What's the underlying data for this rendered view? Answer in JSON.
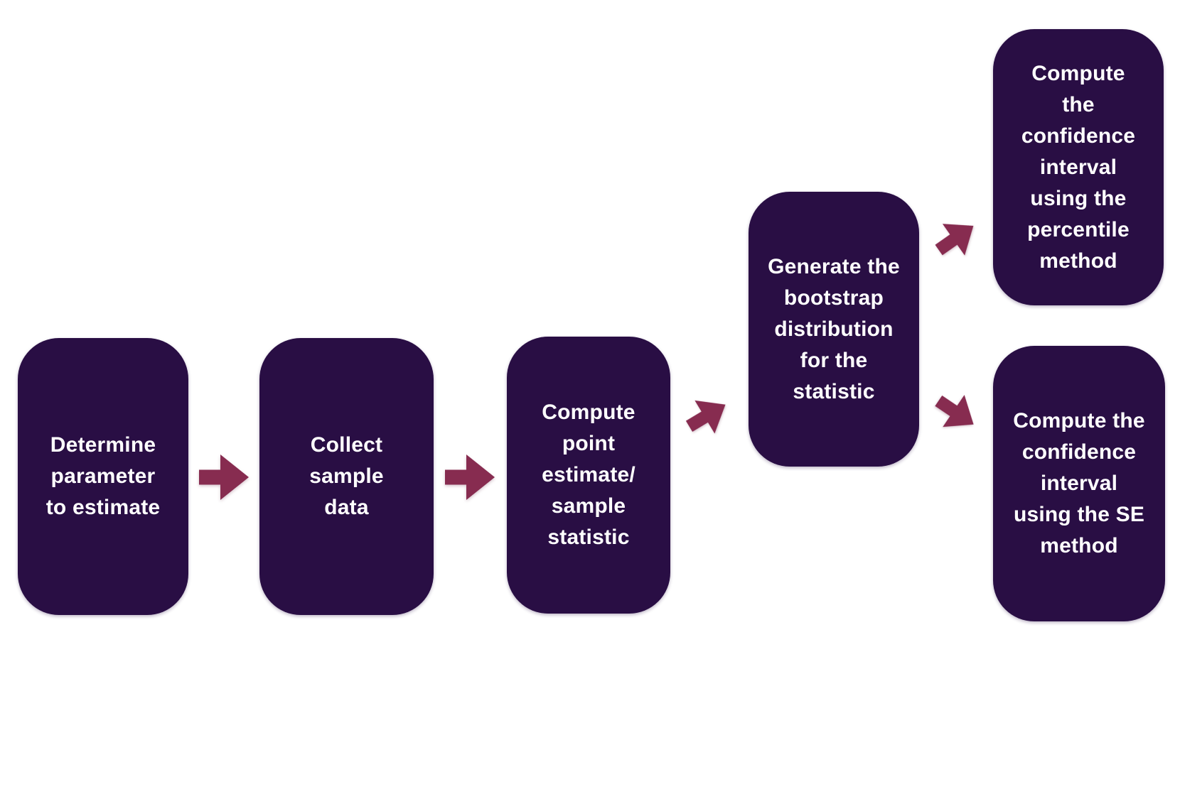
{
  "diagram": {
    "type": "flowchart",
    "steps": [
      {
        "id": "step-1",
        "label": "Determine\nparameter\nto estimate"
      },
      {
        "id": "step-2",
        "label": "Collect\nsample\ndata"
      },
      {
        "id": "step-3",
        "label": "Compute\npoint\nestimate/\nsample\nstatistic"
      },
      {
        "id": "step-4",
        "label": "Generate the\nbootstrap\ndistribution\nfor the\nstatistic"
      },
      {
        "id": "step-5",
        "label": "Compute\nthe\nconfidence\ninterval\nusing the\npercentile\nmethod"
      },
      {
        "id": "step-6",
        "label": "Compute the\nconfidence\ninterval\nusing the SE\nmethod"
      }
    ],
    "connections": [
      {
        "from": "step-1",
        "to": "step-2",
        "arrow": "right"
      },
      {
        "from": "step-2",
        "to": "step-3",
        "arrow": "right"
      },
      {
        "from": "step-3",
        "to": "step-4",
        "arrow": "up-right"
      },
      {
        "from": "step-4",
        "to": "step-5",
        "arrow": "up-right"
      },
      {
        "from": "step-4",
        "to": "step-6",
        "arrow": "down-right"
      }
    ]
  },
  "colors": {
    "box_fill": "#290e44",
    "arrow_fill": "#872c50",
    "text": "#ffffff",
    "background": "#ffffff"
  }
}
